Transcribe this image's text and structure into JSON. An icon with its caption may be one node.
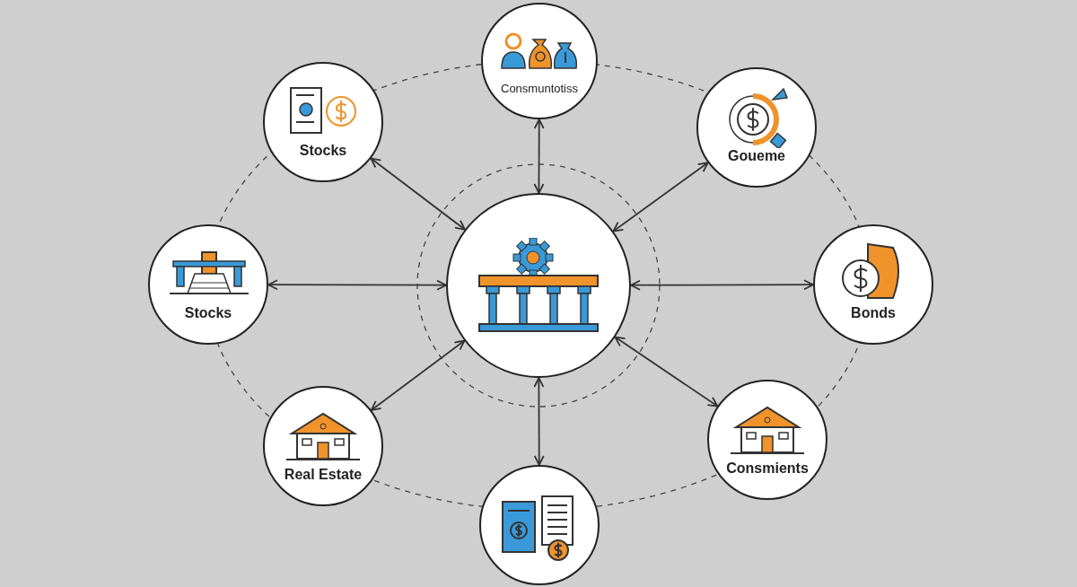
{
  "diagram": {
    "nodes": [
      {
        "text": [
          "Consmuntotiss"
        ]
      },
      {
        "text": [
          "Stocks"
        ]
      },
      {
        "text": [
          "Goueme"
        ]
      },
      {
        "text": [
          "Stocks"
        ]
      },
      {
        "text": [],
        "shape": "circle"
      },
      {
        "text": [
          "Bonds"
        ]
      },
      {
        "text": [
          "Real Estate"
        ]
      },
      {
        "text": [
          "Consmients"
        ]
      },
      {
        "text": [],
        "shape": "circle"
      }
    ],
    "edges": [
      {
        "from": 4,
        "to": 0,
        "arrow": "both"
      },
      {
        "from": 4,
        "to": 1,
        "arrow": "both"
      },
      {
        "from": 4,
        "to": 2,
        "arrow": "both"
      },
      {
        "from": 4,
        "to": 3,
        "arrow": "both"
      },
      {
        "from": 4,
        "to": 5,
        "arrow": "both"
      },
      {
        "from": 4,
        "to": 6,
        "arrow": "both"
      },
      {
        "from": 4,
        "to": 7,
        "arrow": "both"
      },
      {
        "from": 4,
        "to": 8,
        "arrow": "both"
      }
    ]
  }
}
